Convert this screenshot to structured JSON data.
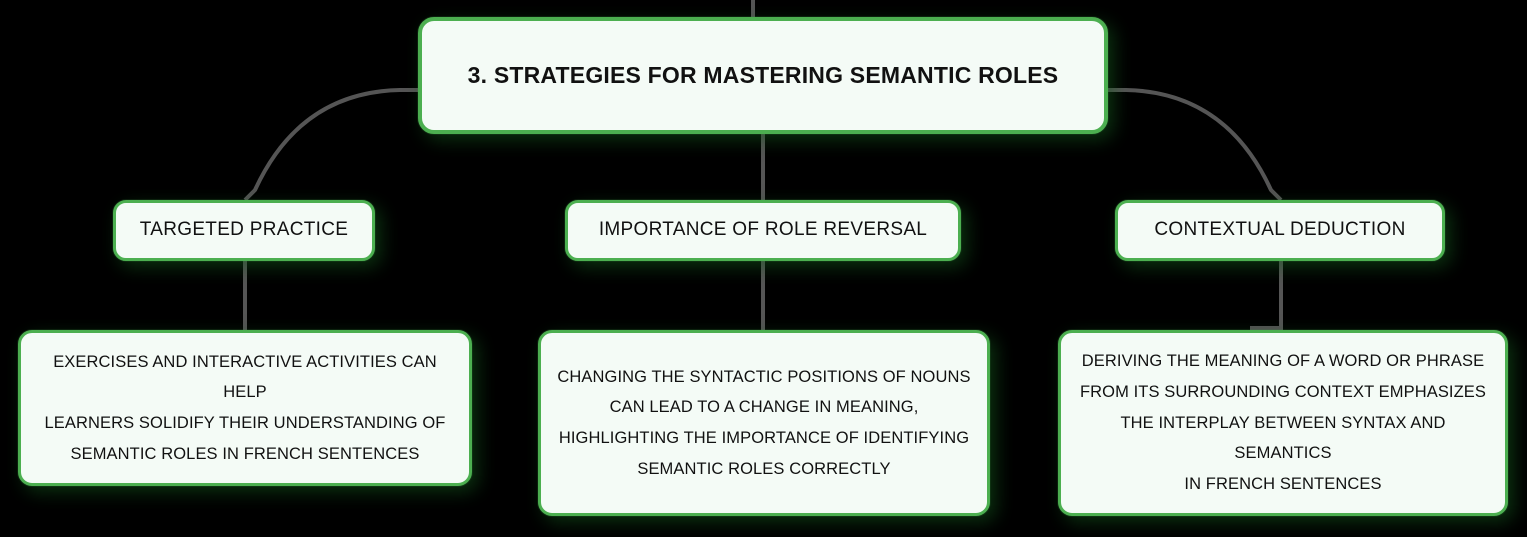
{
  "background_color": "#000000",
  "accent_color": "#4CAF50",
  "node_fill_color": "#F4FBF6",
  "connector_color": "#555555",
  "text_color": "#111111",
  "title": {
    "text": "3. STRATEGIES FOR MASTERING SEMANTIC ROLES"
  },
  "branches": [
    {
      "label": "TARGETED PRACTICE"
    },
    {
      "label": "IMPORTANCE OF ROLE REVERSAL"
    },
    {
      "label": "CONTEXTUAL DEDUCTION"
    }
  ],
  "details": [
    {
      "text": "EXERCISES AND INTERACTIVE ACTIVITIES CAN HELP\nLEARNERS SOLIDIFY THEIR UNDERSTANDING OF\nSEMANTIC ROLES IN FRENCH SENTENCES"
    },
    {
      "text": "CHANGING THE SYNTACTIC POSITIONS OF NOUNS\nCAN LEAD TO A CHANGE IN MEANING,\nHIGHLIGHTING THE IMPORTANCE OF IDENTIFYING\nSEMANTIC ROLES CORRECTLY"
    },
    {
      "text": "DERIVING THE MEANING OF A WORD OR PHRASE\nFROM ITS SURROUNDING CONTEXT EMPHASIZES\nTHE INTERPLAY BETWEEN SYNTAX AND SEMANTICS\nIN FRENCH SENTENCES"
    }
  ]
}
